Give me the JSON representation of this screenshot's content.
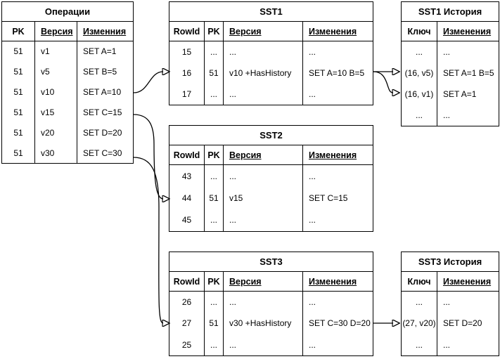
{
  "colors": {
    "line": "#000000",
    "background": "#ffffff",
    "text": "#000000"
  },
  "tables": {
    "operations": {
      "title": "Операции",
      "headers": [
        "PK",
        "Версия",
        "Изменния"
      ],
      "rows": [
        [
          "51",
          "v1",
          "SET A=1"
        ],
        [
          "51",
          "v5",
          "SET B=5"
        ],
        [
          "51",
          "v10",
          "SET A=10"
        ],
        [
          "51",
          "v15",
          "SET C=15"
        ],
        [
          "51",
          "v20",
          "SET D=20"
        ],
        [
          "51",
          "v30",
          "SET C=30"
        ]
      ]
    },
    "sst1": {
      "title": "SST1",
      "headers": [
        "RowId",
        "PK",
        "Версия",
        "Изменения"
      ],
      "rows": [
        [
          "15",
          "...",
          "...",
          "..."
        ],
        [
          "16",
          "51",
          "v10 +HasHistory",
          "SET A=10 B=5"
        ],
        [
          "17",
          "...",
          "...",
          "..."
        ]
      ]
    },
    "sst1_history": {
      "title": "SST1 История",
      "headers": [
        "Ключ",
        "Изменения"
      ],
      "rows": [
        [
          "...",
          "..."
        ],
        [
          "(16, v5)",
          "SET A=1 B=5"
        ],
        [
          "(16, v1)",
          "SET A=1"
        ],
        [
          "...",
          "..."
        ]
      ]
    },
    "sst2": {
      "title": "SST2",
      "headers": [
        "RowId",
        "PK",
        "Версия",
        "Изменения"
      ],
      "rows": [
        [
          "43",
          "...",
          "...",
          "..."
        ],
        [
          "44",
          "51",
          "v15",
          "SET C=15"
        ],
        [
          "45",
          "...",
          "...",
          "..."
        ]
      ]
    },
    "sst3": {
      "title": "SST3",
      "headers": [
        "RowId",
        "PK",
        "Версия",
        "Изменения"
      ],
      "rows": [
        [
          "26",
          "...",
          "...",
          "..."
        ],
        [
          "27",
          "51",
          "v30 +HasHistory",
          "SET C=30 D=20"
        ],
        [
          "25",
          "...",
          "...",
          "..."
        ]
      ]
    },
    "sst3_history": {
      "title": "SST3 История",
      "headers": [
        "Ключ",
        "Изменения"
      ],
      "rows": [
        [
          "...",
          "..."
        ],
        [
          "(27, v20)",
          "SET D=20"
        ],
        [
          "...",
          "..."
        ]
      ]
    }
  },
  "arrows": [
    {
      "from": "Операции v10",
      "to": "SST1 row 16"
    },
    {
      "from": "Операции v15",
      "to": "SST2 row 44"
    },
    {
      "from": "Операции v30",
      "to": "SST3 row 27"
    },
    {
      "from": "SST1 row 16",
      "to": "SST1 История (16, v5)"
    },
    {
      "from": "SST1 row 16",
      "to": "SST1 История (16, v1)"
    },
    {
      "from": "SST3 row 27",
      "to": "SST3 История (27, v20)"
    }
  ]
}
